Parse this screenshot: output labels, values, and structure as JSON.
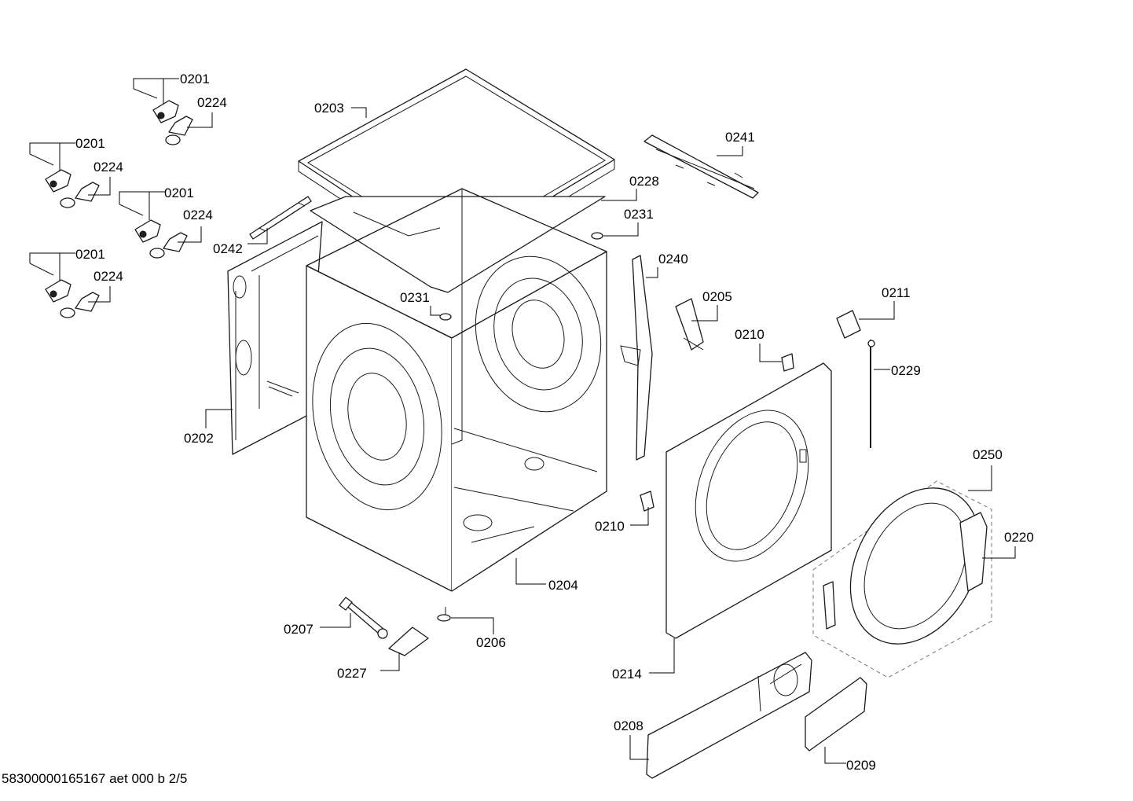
{
  "footer": {
    "doc_code": "58300000165167 aet 000 b 2/5"
  },
  "callouts": [
    {
      "id": "c0201a",
      "label": "0201"
    },
    {
      "id": "c0224a",
      "label": "0224"
    },
    {
      "id": "c0201b",
      "label": "0201"
    },
    {
      "id": "c0224b",
      "label": "0224"
    },
    {
      "id": "c0201c",
      "label": "0201"
    },
    {
      "id": "c0224c",
      "label": "0224"
    },
    {
      "id": "c0201d",
      "label": "0201"
    },
    {
      "id": "c0224d",
      "label": "0224"
    },
    {
      "id": "c0203",
      "label": "0203"
    },
    {
      "id": "c0241",
      "label": "0241"
    },
    {
      "id": "c0228",
      "label": "0228"
    },
    {
      "id": "c0231a",
      "label": "0231"
    },
    {
      "id": "c0242",
      "label": "0242"
    },
    {
      "id": "c0240",
      "label": "0240"
    },
    {
      "id": "c0231b",
      "label": "0231"
    },
    {
      "id": "c0205",
      "label": "0205"
    },
    {
      "id": "c0211",
      "label": "0211"
    },
    {
      "id": "c0210a",
      "label": "0210"
    },
    {
      "id": "c0229",
      "label": "0229"
    },
    {
      "id": "c0202",
      "label": "0202"
    },
    {
      "id": "c0250",
      "label": "0250"
    },
    {
      "id": "c0210b",
      "label": "0210"
    },
    {
      "id": "c0220",
      "label": "0220"
    },
    {
      "id": "c0204",
      "label": "0204"
    },
    {
      "id": "c0207",
      "label": "0207"
    },
    {
      "id": "c0206",
      "label": "0206"
    },
    {
      "id": "c0227",
      "label": "0227"
    },
    {
      "id": "c0214",
      "label": "0214"
    },
    {
      "id": "c0208",
      "label": "0208"
    },
    {
      "id": "c0209",
      "label": "0209"
    }
  ]
}
